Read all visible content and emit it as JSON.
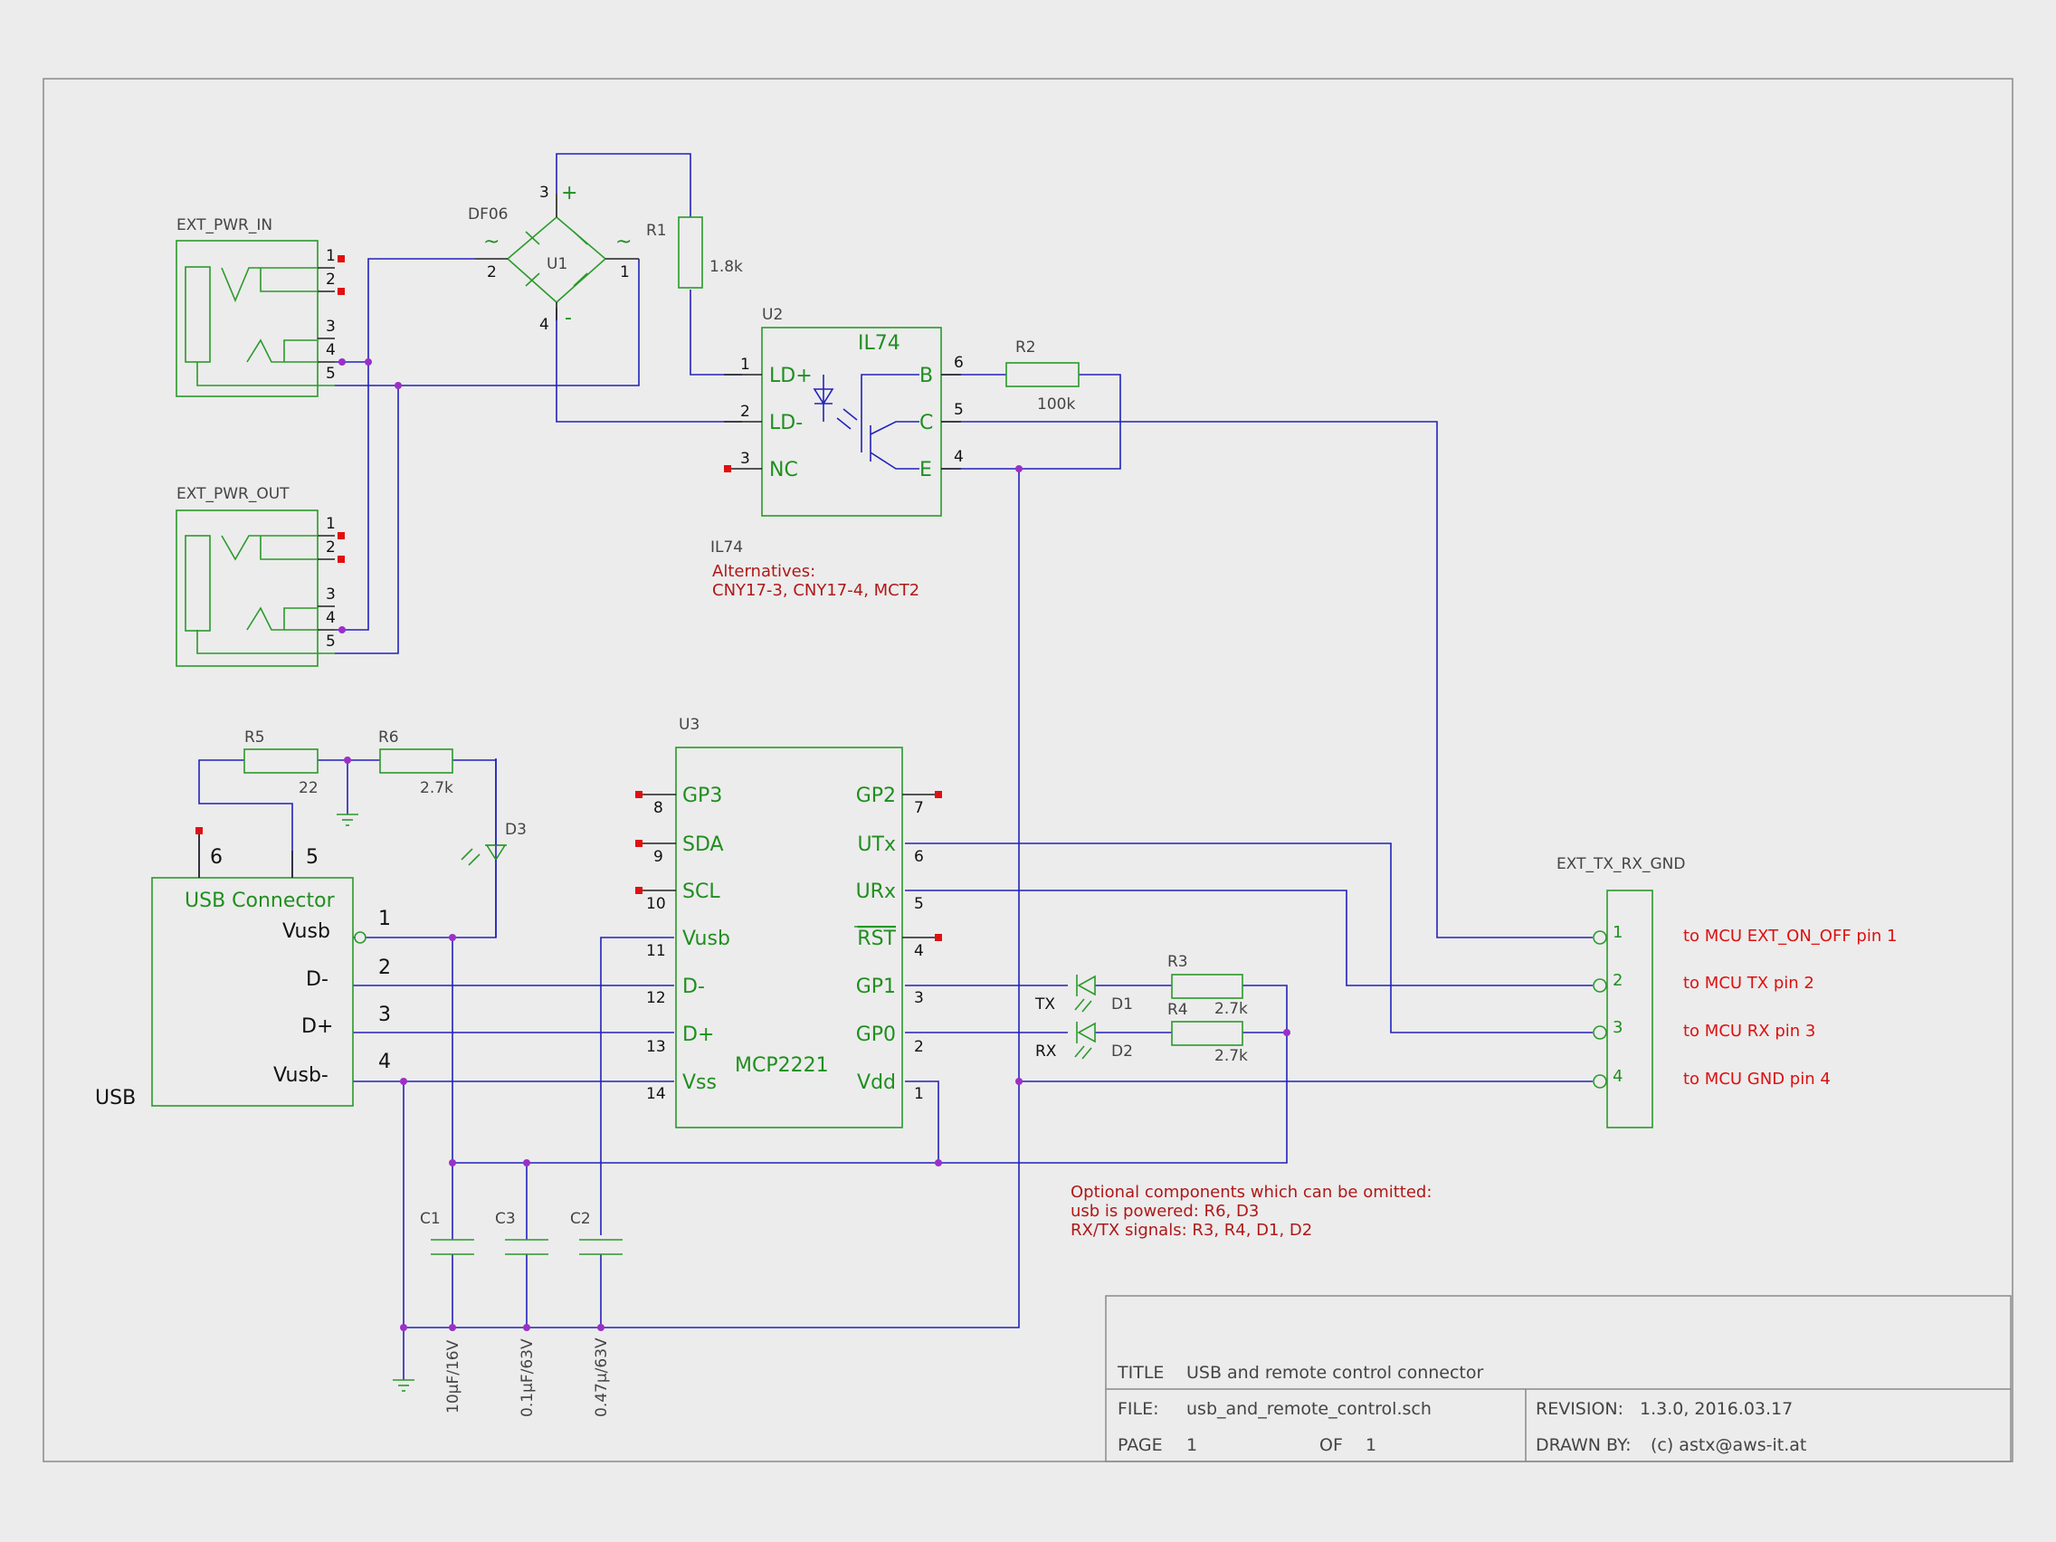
{
  "parts": {
    "ext_pwr_in": {
      "ref": "EXT_PWR_IN",
      "pins": [
        "1",
        "2",
        "3",
        "4",
        "5"
      ]
    },
    "ext_pwr_out": {
      "ref": "EXT_PWR_OUT",
      "pins": [
        "1",
        "2",
        "3",
        "4",
        "5"
      ]
    },
    "bridge": {
      "ref": "U1",
      "value": "DF06",
      "pins": [
        "3",
        "2",
        "1",
        "4"
      ],
      "plus": "+",
      "minus": "-",
      "ac_left": "~",
      "ac_right": "~"
    },
    "r1": {
      "ref": "R1",
      "value": "1.8k"
    },
    "r2": {
      "ref": "R2",
      "value": "100k"
    },
    "r3": {
      "ref": "R3",
      "value": "2.7k"
    },
    "r4": {
      "ref": "R4",
      "value": "2.7k"
    },
    "r5": {
      "ref": "R5",
      "value": "22"
    },
    "r6": {
      "ref": "R6",
      "value": "2.7k"
    },
    "d1": {
      "ref": "D1",
      "label": "TX"
    },
    "d2": {
      "ref": "D2",
      "label": "RX"
    },
    "d3": {
      "ref": "D3"
    },
    "u2": {
      "ref": "U2",
      "name": "IL74",
      "value": "IL74",
      "left_pins": [
        {
          "num": "1",
          "name": "LD+"
        },
        {
          "num": "2",
          "name": "LD-"
        },
        {
          "num": "3",
          "name": "NC"
        }
      ],
      "right_pins": [
        {
          "num": "6",
          "name": "B"
        },
        {
          "num": "5",
          "name": "C"
        },
        {
          "num": "4",
          "name": "E"
        }
      ]
    },
    "u3": {
      "ref": "U3",
      "name": "MCP2221",
      "left_pins": [
        {
          "num": "8",
          "name": "GP3"
        },
        {
          "num": "9",
          "name": "SDA"
        },
        {
          "num": "10",
          "name": "SCL"
        },
        {
          "num": "11",
          "name": "Vusb"
        },
        {
          "num": "12",
          "name": "D-"
        },
        {
          "num": "13",
          "name": "D+"
        },
        {
          "num": "14",
          "name": "Vss"
        }
      ],
      "right_pins": [
        {
          "num": "7",
          "name": "GP2"
        },
        {
          "num": "6",
          "name": "UTx"
        },
        {
          "num": "5",
          "name": "URx"
        },
        {
          "num": "4",
          "name": "RST"
        },
        {
          "num": "3",
          "name": "GP1"
        },
        {
          "num": "2",
          "name": "GP0"
        },
        {
          "num": "1",
          "name": "Vdd"
        }
      ]
    },
    "usb": {
      "ref": "USB",
      "title": "USB Connector",
      "pins": [
        {
          "num": "1",
          "name": "Vusb"
        },
        {
          "num": "2",
          "name": "D-"
        },
        {
          "num": "3",
          "name": "D+"
        },
        {
          "num": "4",
          "name": "Vusb-"
        }
      ],
      "top_pins": [
        "6",
        "5"
      ]
    },
    "c1": {
      "ref": "C1",
      "value": "10µF/16V"
    },
    "c3": {
      "ref": "C3",
      "value": "0.1µF/63V"
    },
    "c2": {
      "ref": "C2",
      "value": "0.47µ/63V"
    },
    "ext_tx_rx": {
      "ref": "EXT_TX_RX_GND",
      "pins": [
        "1",
        "2",
        "3",
        "4"
      ]
    }
  },
  "notes": {
    "alternatives": [
      "Alternatives:",
      "CNY17-3, CNY17-4, MCT2"
    ],
    "optional": [
      "Optional components which can be omitted:",
      "usb is powered: R6, D3",
      "RX/TX signals: R3, R4, D1, D2"
    ],
    "mcu": [
      "to MCU EXT_ON_OFF pin 1",
      "to MCU TX pin 2",
      "to MCU RX pin 3",
      "to MCU GND pin 4"
    ]
  },
  "title_block": {
    "title_label": "TITLE",
    "title": "USB and remote control connector",
    "file_label": "FILE:",
    "file": "usb_and_remote_control.sch",
    "revision_label": "REVISION:",
    "revision": "1.3.0, 2016.03.17",
    "page_label": "PAGE",
    "page": "1",
    "of_label": "OF",
    "of": "1",
    "drawn_label": "DRAWN BY:",
    "drawn": "(c) astx@aws-it.at"
  }
}
